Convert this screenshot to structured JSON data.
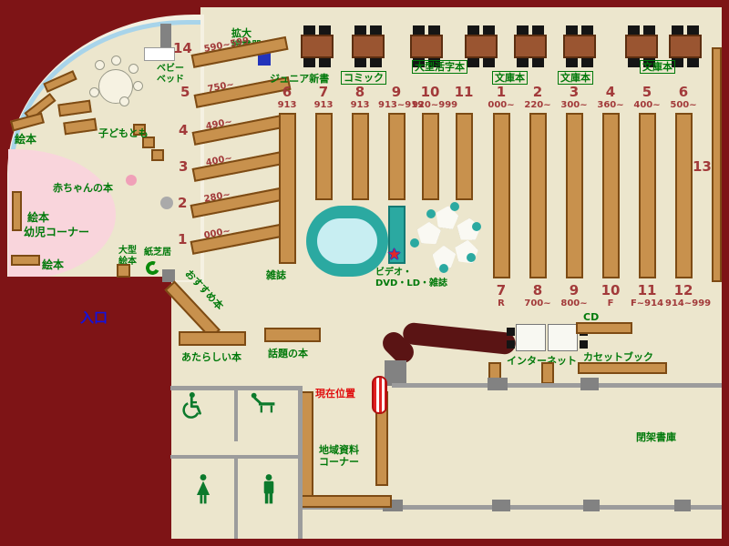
{
  "icons": {
    "star": "★"
  },
  "children_area": {
    "ehon_top": "絵本",
    "ehon_mid": "絵本",
    "ehon_bottom": "絵本",
    "kodomotomo": "子どもとも",
    "akachan_no_hon": "赤ちゃんの本",
    "yoji_corner": "幼児コーナー",
    "ogata_ehon_l1": "大型",
    "ogata_ehon_l2": "絵本",
    "kamishibai": "紙芝居",
    "baby_bed_l1": "ベビー",
    "baby_bed_l2": "ベッド"
  },
  "kids_shelves": [
    {
      "num": "14",
      "range": "590~599"
    },
    {
      "num": "5",
      "range": "750~"
    },
    {
      "num": "4",
      "range": "490~"
    },
    {
      "num": "3",
      "range": "400~"
    },
    {
      "num": "2",
      "range": "280~"
    },
    {
      "num": "1",
      "range": "000~"
    }
  ],
  "osusume": "おすすめ本",
  "reader": {
    "l1": "拡大",
    "l2": "読書器"
  },
  "section_labels": {
    "junior_shinsho": "ジュニア新書",
    "comic": "コミック",
    "ogata_katsuji": "大型活字本",
    "bunko_1": "文庫本",
    "bunko_2": "文庫本",
    "bunko_3": "文庫本"
  },
  "stacks_top": [
    {
      "num": "6",
      "range": "913"
    },
    {
      "num": "7",
      "range": "913"
    },
    {
      "num": "8",
      "range": "913"
    },
    {
      "num": "9",
      "range": "913~919"
    },
    {
      "num": "10",
      "range": "920~999"
    },
    {
      "num": "11",
      "range": ""
    },
    {
      "num": "1",
      "range": "000~"
    },
    {
      "num": "2",
      "range": "220~"
    },
    {
      "num": "3",
      "range": "300~"
    },
    {
      "num": "4",
      "range": "360~"
    },
    {
      "num": "5",
      "range": "400~"
    },
    {
      "num": "6",
      "range": "500~"
    }
  ],
  "stacks_bottom": [
    {
      "num": "7",
      "range": "R"
    },
    {
      "num": "8",
      "range": "700~"
    },
    {
      "num": "9",
      "range": "800~"
    },
    {
      "num": "10",
      "range": "F"
    },
    {
      "num": "11",
      "range": "F~914"
    },
    {
      "num": "12",
      "range": "914~999"
    }
  ],
  "stack_13": "13",
  "center": {
    "zasshi": "雑誌",
    "av_l1": "ビデオ・",
    "av_l2": "DVD・LD・雑誌"
  },
  "south": {
    "iriguchi": "入口",
    "atarashii_hon": "あたらしい本",
    "wadai_no_hon": "話題の本",
    "genzai_ichi": "現在位置",
    "chiiki_l1": "地域資料",
    "chiiki_l2": "コーナー",
    "internet": "インターネット",
    "cd": "CD",
    "cassette_book": "カセットブック",
    "heika_shoko": "閉架書庫"
  }
}
